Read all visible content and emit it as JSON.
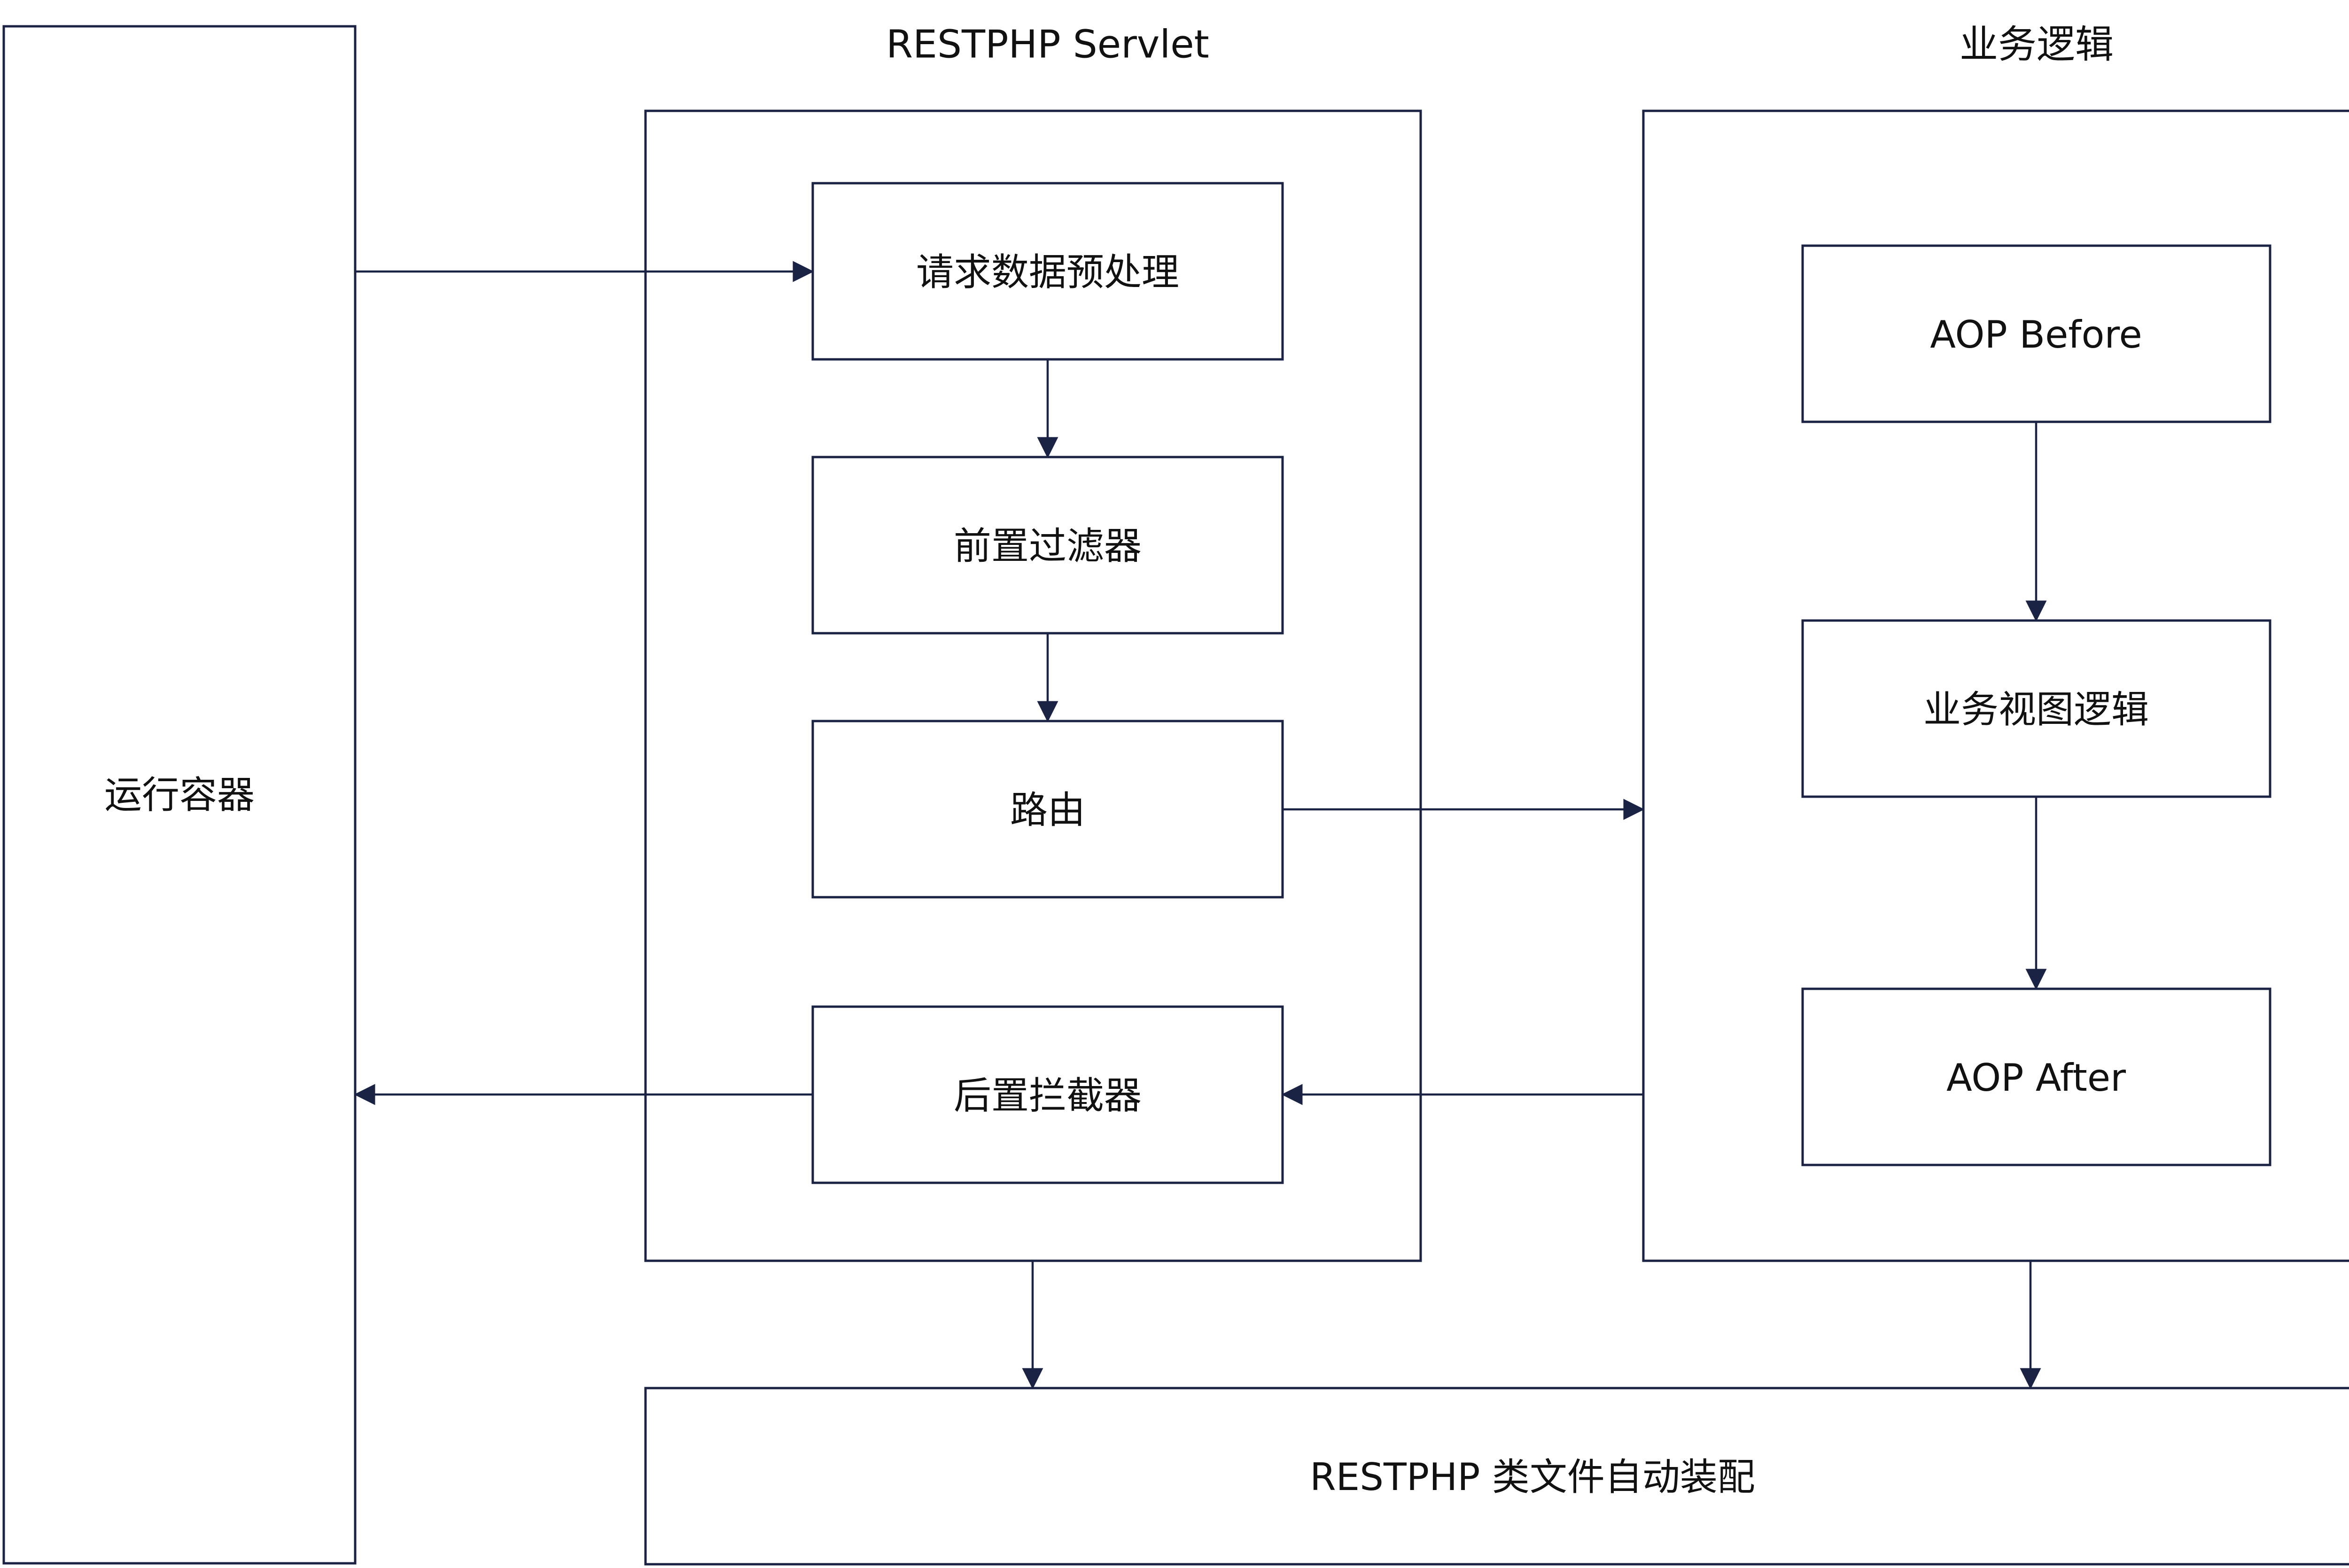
{
  "colors": {
    "stroke": "#1b2345",
    "text": "#111111",
    "background": "#ffffff"
  },
  "containers": {
    "runtime": "运行容器",
    "servlet_title": "RESTPHP Servlet",
    "business_title": "业务逻辑",
    "autoload": "RESTPHP 类文件自动装配"
  },
  "servlet_steps": [
    "请求数据预处理",
    "前置过滤器",
    "路由",
    "后置拦截器"
  ],
  "business_steps": [
    "AOP Before",
    "业务视图逻辑",
    "AOP After"
  ]
}
